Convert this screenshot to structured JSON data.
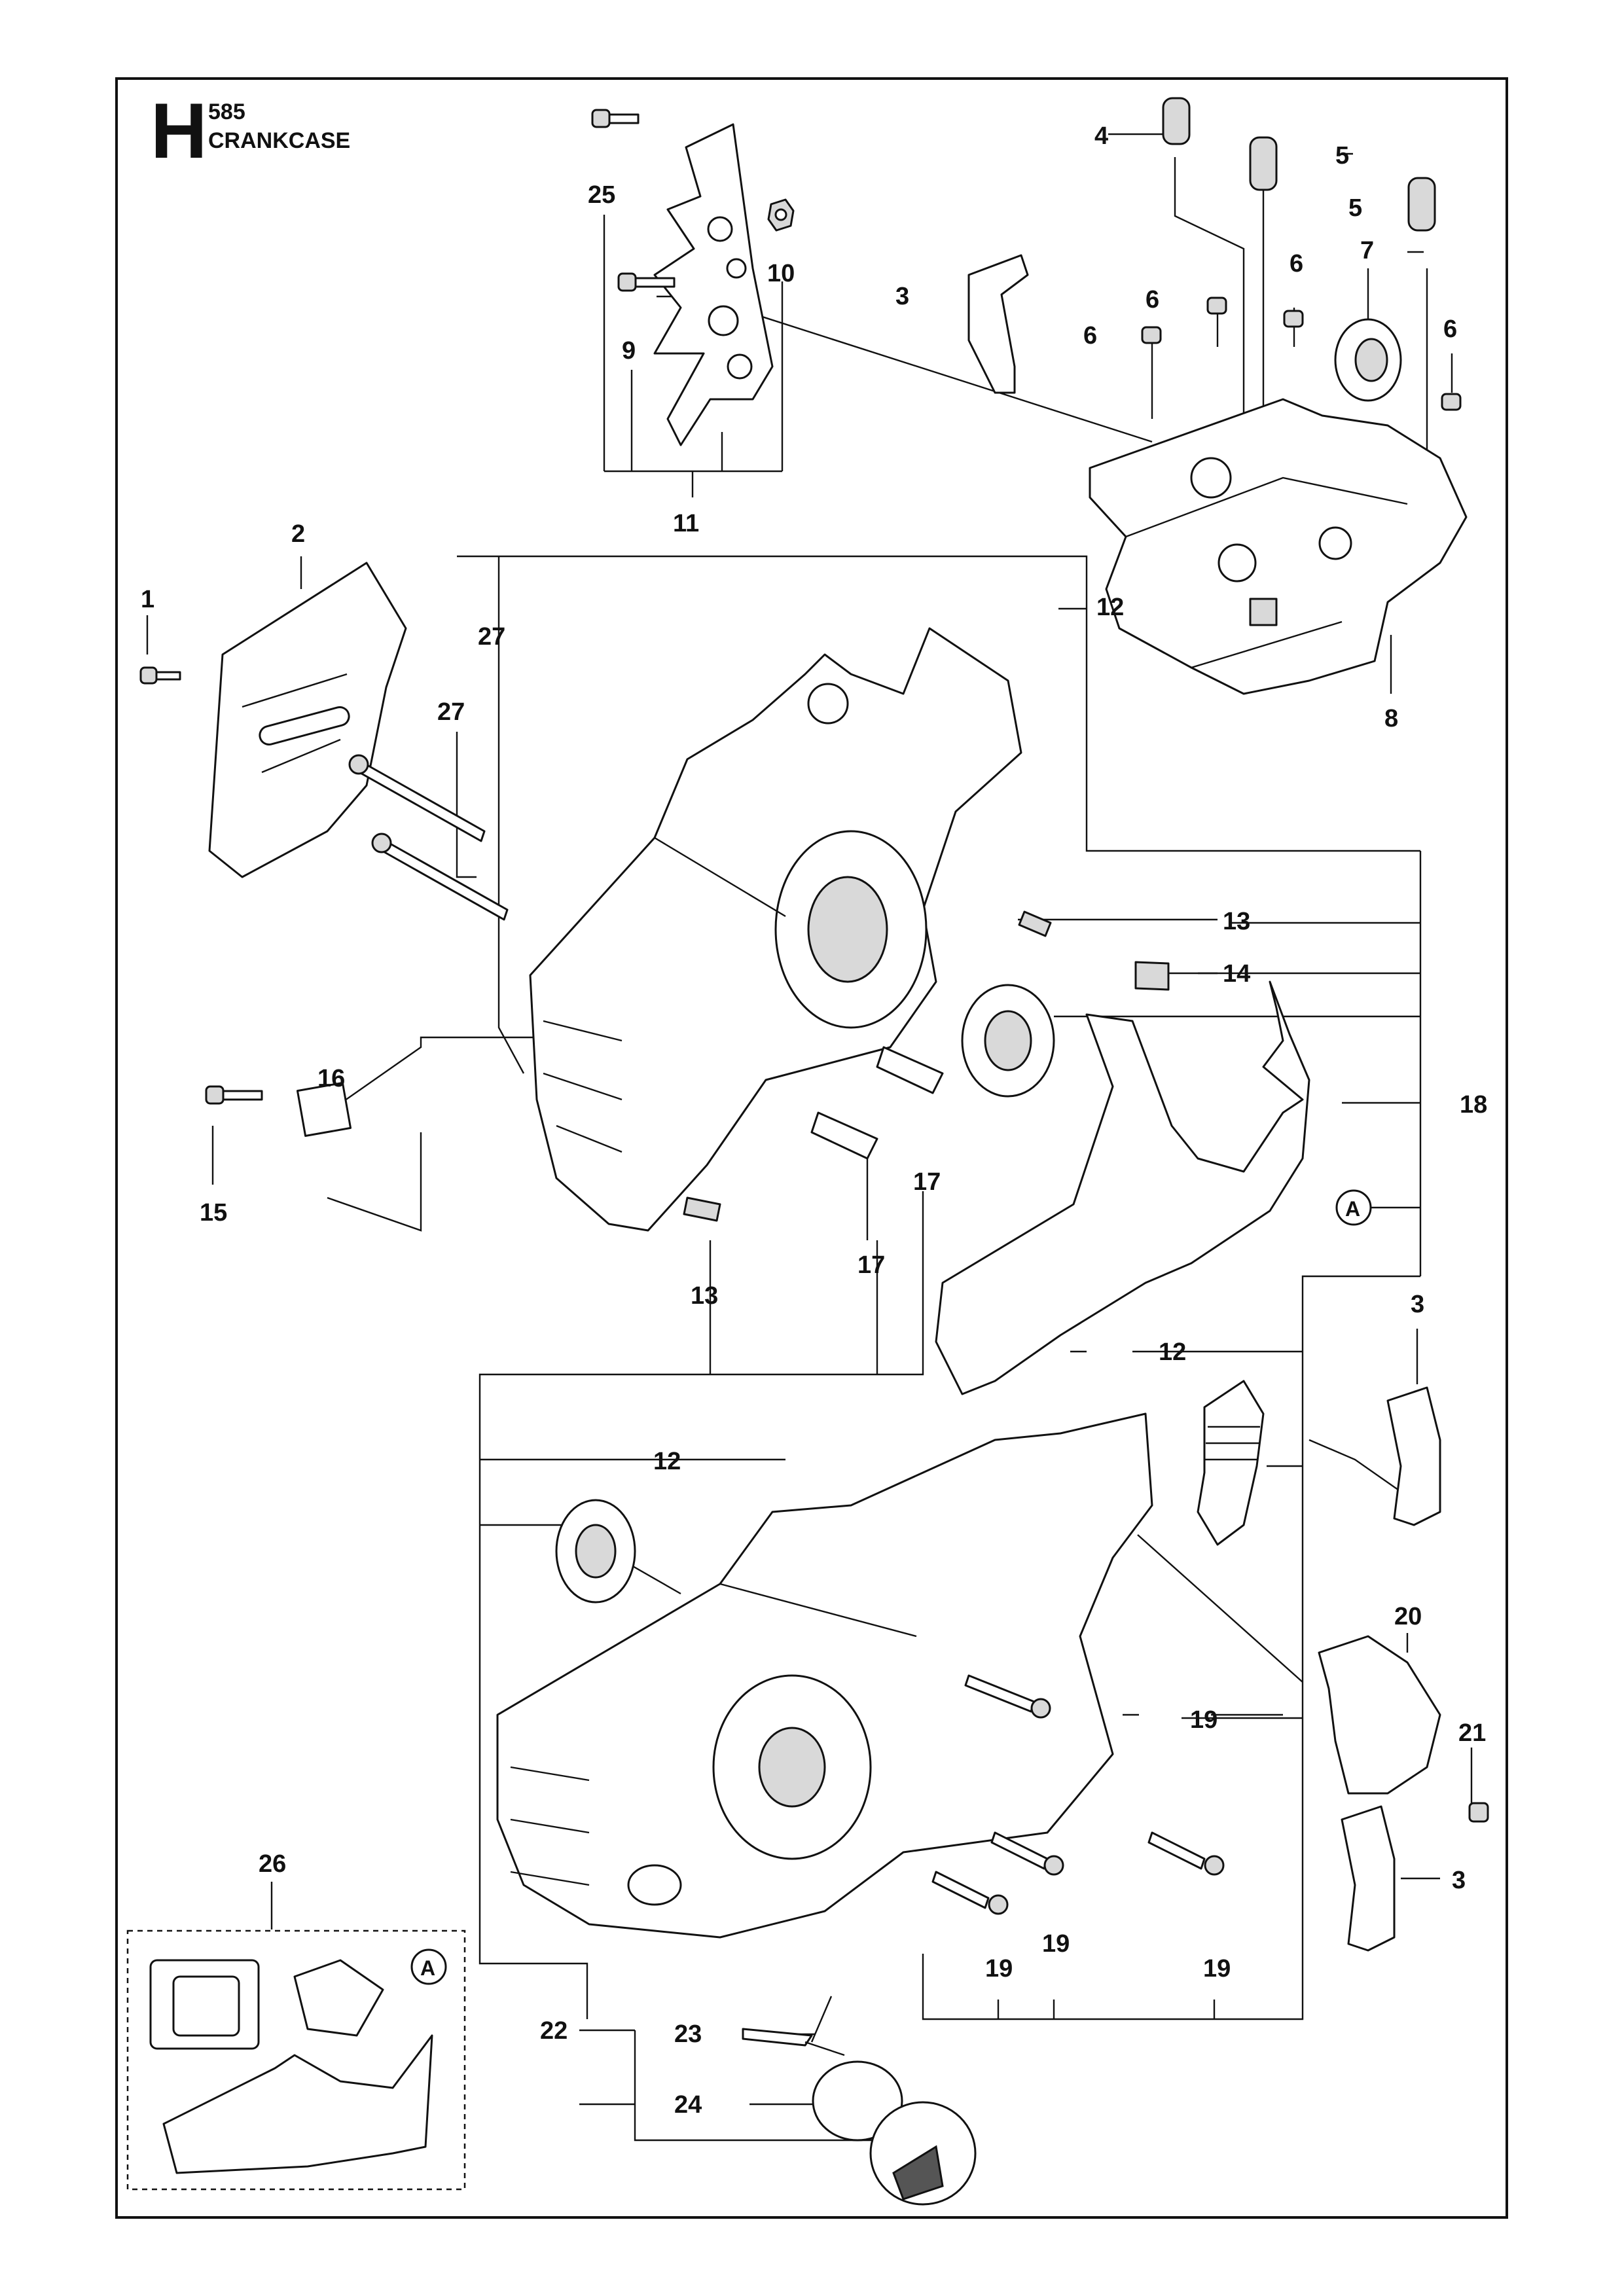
{
  "header": {
    "section_letter": "H",
    "model": "585",
    "title": "CRANKCASE"
  },
  "callouts": {
    "n1": "1",
    "n2": "2",
    "n3a": "3",
    "n3b": "3",
    "n3c": "3",
    "n4": "4",
    "n5a": "5",
    "n5b": "5",
    "n6a": "6",
    "n6b": "6",
    "n6c": "6",
    "n6d": "6",
    "n7": "7",
    "n8": "8",
    "n9": "9",
    "n10": "10",
    "n11": "11",
    "n12a": "12",
    "n12b": "12",
    "n12c": "12",
    "n13a": "13",
    "n13b": "13",
    "n14": "14",
    "n15": "15",
    "n16": "16",
    "n17a": "17",
    "n17b": "17",
    "n18": "18",
    "n19a": "19",
    "n19b": "19",
    "n19c": "19",
    "n19d": "19",
    "n20": "20",
    "n21": "21",
    "n22": "22",
    "n23": "23",
    "n24": "24",
    "n25": "25",
    "n26": "26",
    "n27a": "27",
    "n27b": "27",
    "refA1": "A",
    "refA2": "A"
  }
}
